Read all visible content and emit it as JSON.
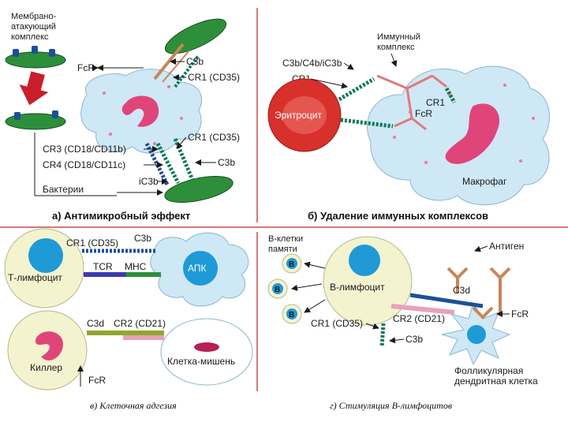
{
  "colors": {
    "frame": "#c84a4a",
    "cell_fill": "#cfe8f5",
    "cell_dots": "#e77a9a",
    "nucleus_pink": "#e0457a",
    "nucleus_blue": "#1f9ad6",
    "lymph_fill": "#f3f3cf",
    "bacteria": "#2d8f3a",
    "erythrocyte": "#d8302b",
    "receptor_green": "#0f7a55",
    "receptor_blue": "#1d4f9a",
    "antibody": "#c9855a",
    "arrow": "#c81f2a"
  },
  "panel_a": {
    "mac_label": "Мембрано-\nатакующий\nкомплекс",
    "fcr": "FcR",
    "c3b_top": "C3b",
    "cr1": "CR1 (CD35)",
    "cr1_2": "CR1 (CD35)",
    "cr3": "CR3 (CD18/CD11b)",
    "cr4": "CR4 (CD18/CD11c)",
    "c3b_bottom": "C3b",
    "ic3b": "iC3b",
    "bacteria": "Бактерии",
    "title": "а)  Антимикробный эффект"
  },
  "panel_b": {
    "immune_complex": "Иммунный\nкомплекс",
    "c3b_c4b": "C3b/C4b/iC3b",
    "cr1": "CR1",
    "cr1_right": "CR1",
    "fcr": "FcR",
    "erythrocyte": "Эритроцит",
    "macrophage": "Макрофаг",
    "title": "б)  Удаление иммунных комплексов"
  },
  "panel_v": {
    "cr1": "CR1 (CD35)",
    "c3b": "C3b",
    "tcr": "TCR",
    "mhc": "MHC",
    "t_lymph": "Т-лимфоцит",
    "apk": "АПК",
    "c3d": "C3d",
    "cr2": "CR2 (CD21)",
    "killer": "Киллер",
    "target": "Клетка-мишень",
    "fcr": "FcR",
    "caption": "в) Клеточная адгезия"
  },
  "panel_g": {
    "memory": "В-клетки\nпамяти",
    "b_small": "B",
    "antigen": "Антиген",
    "b_lymph": "В-лимфоцит",
    "c3d": "C3d",
    "cr2": "CR2 (CD21)",
    "fcr": "FcR",
    "cr1": "CR1 (CD35)",
    "c3b": "C3b",
    "fdc": "Фолликулярная\nдендритная клетка",
    "caption": "г) Стимуляция В-лимфоцитов"
  }
}
